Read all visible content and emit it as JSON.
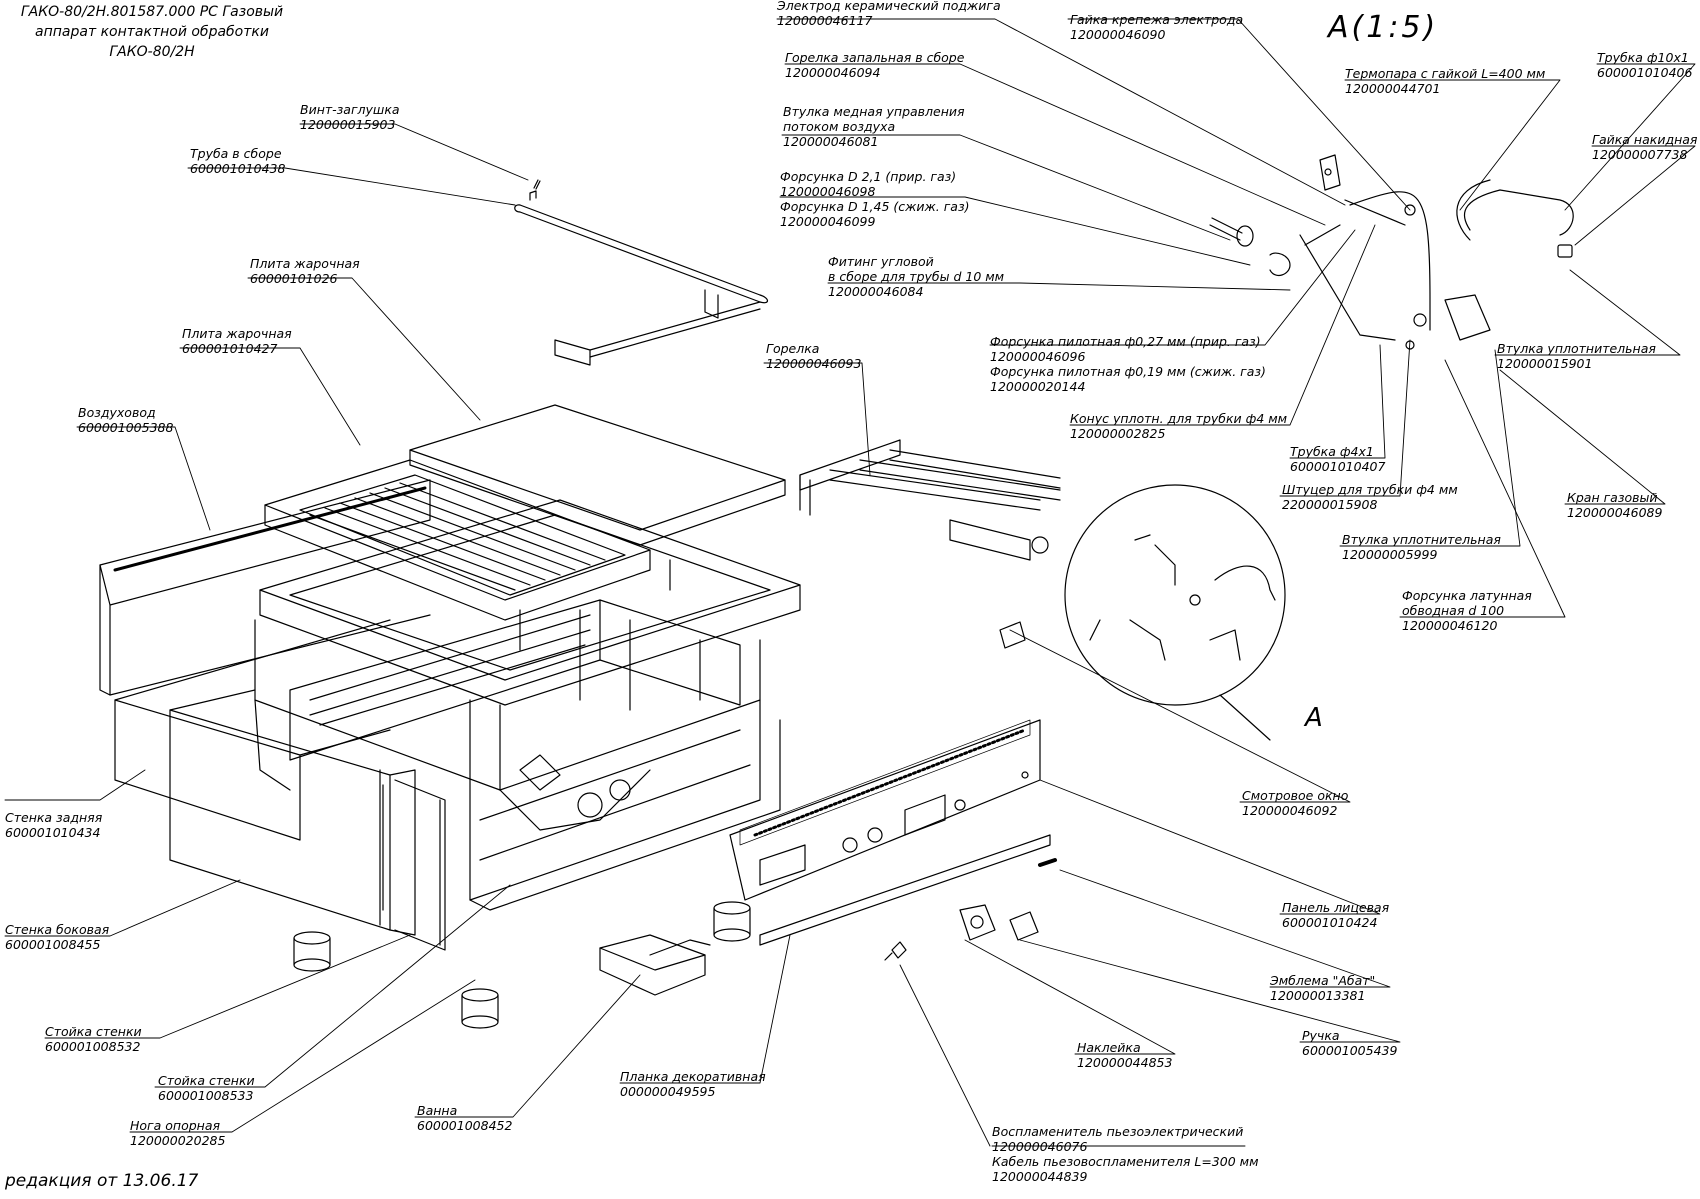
{
  "title": [
    "ГАКО-80/2Н.801587.000 РС Газовый",
    "аппарат контактной обработки",
    "ГАКО-80/2Н"
  ],
  "detail_title": "А(1:5)",
  "detail_marker": "А",
  "revision": "редакция от 13.06.17",
  "callouts": [
    {
      "label": "Винт-заглушка",
      "code": "120000015903"
    },
    {
      "label": "Труба в сборе",
      "code": "600001010438"
    },
    {
      "label": "Плита жарочная",
      "code": "60000101026"
    },
    {
      "label": "Плита жарочная",
      "code": "600001010427"
    },
    {
      "label": "Воздуховод",
      "code": "600001005388"
    },
    {
      "label": "Стенка задняя",
      "code": "600001010434"
    },
    {
      "label": "Стенка боковая",
      "code": "600001008455"
    },
    {
      "label": "Стойка стенки",
      "code": "600001008532"
    },
    {
      "label": "Стойка стенки",
      "code": "600001008533"
    },
    {
      "label": "Нога опорная",
      "code": "120000020285"
    },
    {
      "label": "Ванна",
      "code": "600001008452"
    },
    {
      "label": "Планка декоративная",
      "code": "000000049595"
    },
    {
      "label": "Воспламенитель пьезоэлектрический",
      "code": "120000046076"
    },
    {
      "label": "Кабель пьезовоспламенителя L=300 мм",
      "code": "120000044839"
    },
    {
      "label": "Наклейка",
      "code": "120000044853"
    },
    {
      "label": "Ручка",
      "code": "600001005439"
    },
    {
      "label": "Эмблема \"Абат\"",
      "code": "120000013381"
    },
    {
      "label": "Панель лицевая",
      "code": "600001010424"
    },
    {
      "label": "Смотровое окно",
      "code": "120000046092"
    },
    {
      "label": "Горелка",
      "code": "120000046093"
    },
    {
      "label": "Электрод керамический поджига",
      "code": "120000046117"
    },
    {
      "label": "Гайка крепежа электрода",
      "code": "120000046090"
    },
    {
      "label": "Горелка запальная в сборе",
      "code": "120000046094"
    },
    {
      "label": "Втулка медная управления",
      "label2": "потоком воздуха",
      "code": "120000046081"
    },
    {
      "label": "Форсунка D 2,1 (прир. газ)",
      "code": "120000046098"
    },
    {
      "label": "Форсунка D 1,45 (сжиж. газ)",
      "code": "120000046099"
    },
    {
      "label": "Фитинг угловой",
      "label2": "в сборе для трубы d 10 мм",
      "code": "120000046084"
    },
    {
      "label": "Термопара с гайкой L=400 мм",
      "code": "120000044701"
    },
    {
      "label": "Трубка ф10х1",
      "code": "600001010406"
    },
    {
      "label": "Гайка накидная",
      "code": "120000007738"
    },
    {
      "label": "Форсунка пилотная ф0,27 мм (прир. газ)",
      "code": "120000046096"
    },
    {
      "label": "Форсунка пилотная ф0,19 мм (сжиж. газ)",
      "code": "120000020144"
    },
    {
      "label": "Конус уплотн. для трубки ф4 мм",
      "code": "120000002825"
    },
    {
      "label": "Трубка ф4х1",
      "code": "600001010407"
    },
    {
      "label": "Штуцер для трубки ф4 мм",
      "code": "220000015908"
    },
    {
      "label": "Втулка уплотнительная",
      "code": "120000005999"
    },
    {
      "label": "Втулка уплотнительная",
      "code": "120000015901"
    },
    {
      "label": "Кран газовый",
      "code": "120000046089"
    },
    {
      "label": "Форсунка латунная",
      "label2": "обводная d 100",
      "code": "120000046120"
    }
  ]
}
